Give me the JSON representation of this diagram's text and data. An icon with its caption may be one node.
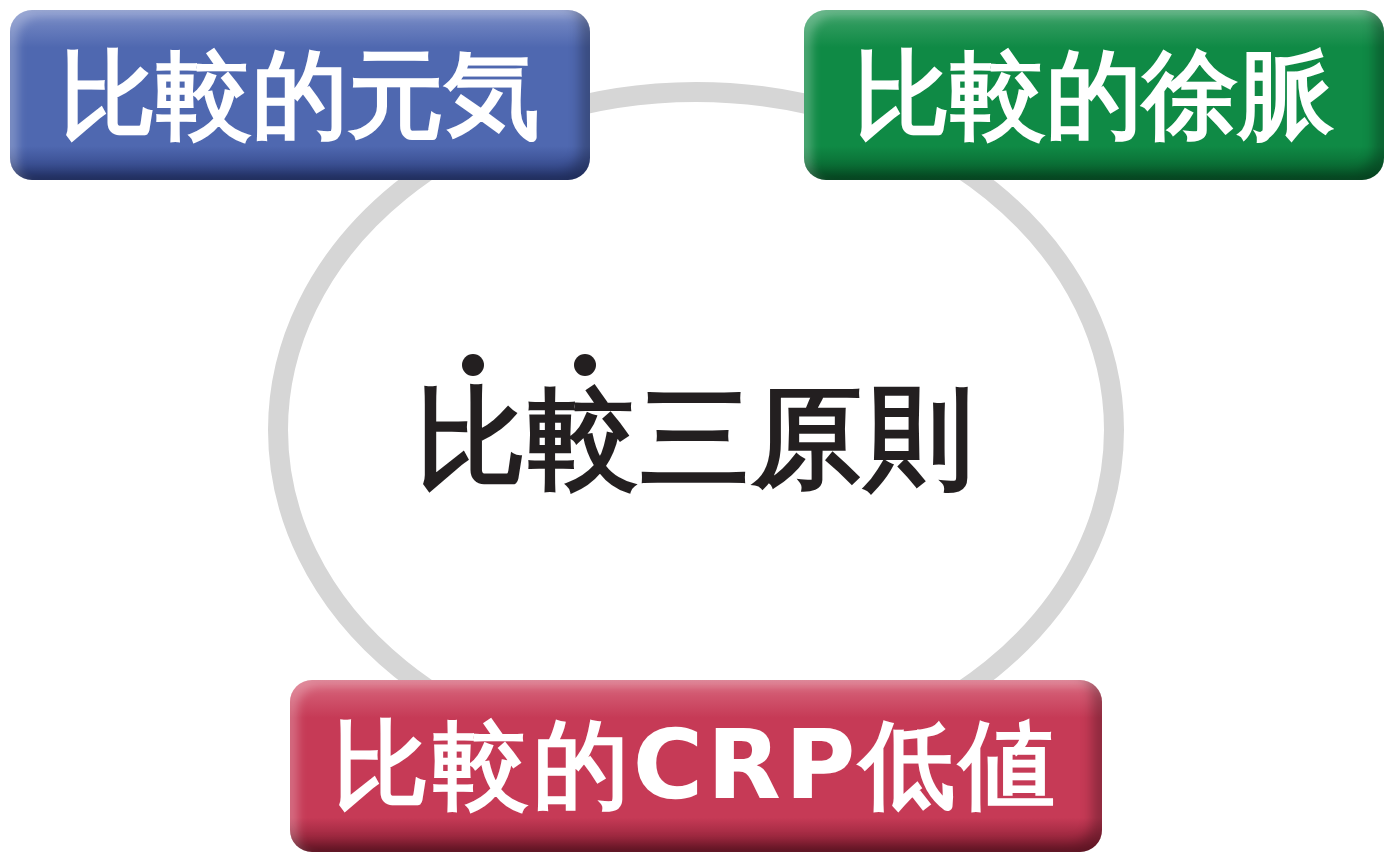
{
  "diagram": {
    "nodes": [
      {
        "text": [
          "比較三原則"
        ]
      },
      {
        "text": [
          "比較的元気"
        ]
      },
      {
        "text": [
          "比較的徐脈"
        ]
      },
      {
        "text": [
          "比較的CRP低値"
        ]
      }
    ]
  }
}
